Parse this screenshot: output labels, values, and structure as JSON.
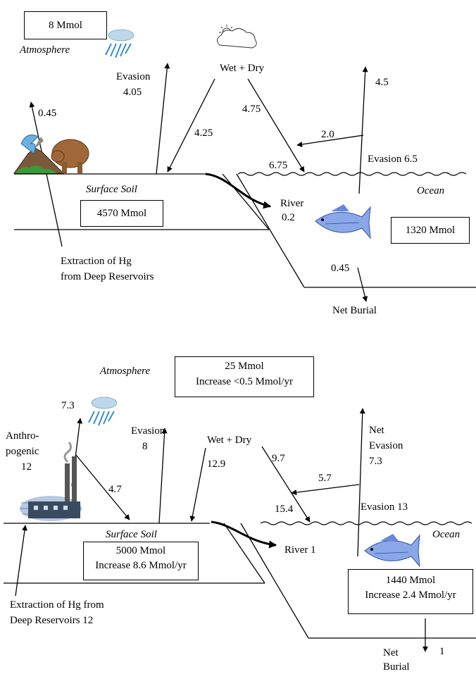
{
  "top": {
    "atmosphere_box": "8 Mmol",
    "atmosphere_label": "Atmosphere",
    "evasion_label": "Evasion",
    "evasion_value": "4.05",
    "wet_dry_label": "Wet + Dry",
    "deep_extraction_value": "0.45",
    "deposition_land": "4.25",
    "deposition_ocean": "4.75",
    "ocean_evasion_net": "4.5",
    "ocean_to_land": "2.0",
    "ocean_evasion_label": "Evasion  6.5",
    "ocean_deposition": "6.75",
    "surface_soil_label": "Surface Soil",
    "soil_box": "4570 Mmol",
    "river_label": "River",
    "river_value": "0.2",
    "ocean_label": "Ocean",
    "ocean_box": "1320 Mmol",
    "extraction_line1": "Extraction of Hg",
    "extraction_line2": "from Deep Reservoirs",
    "burial_value": "0.45",
    "burial_label": "Net Burial"
  },
  "bottom": {
    "atmosphere_label": "Atmosphere",
    "atmosphere_box_line1": "25 Mmol",
    "atmosphere_box_line2": "Increase <0.5 Mmol/yr",
    "precip_value": "7.3",
    "anthro_line1": "Anthro-",
    "anthro_line2": "pogenic",
    "anthro_value": "12",
    "anthro_to_soil": "4.7",
    "evasion_label": "Evasion",
    "evasion_value": "8",
    "wet_dry_label": "Wet + Dry",
    "deposition_land": "12.9",
    "deposition_ocean": "9.7",
    "net_evasion_line1": "Net",
    "net_evasion_line2": "Evasion",
    "net_evasion_value": "7.3",
    "ocean_to_land": "5.7",
    "ocean_deposition": "15.4",
    "ocean_evasion_label": "Evasion 13",
    "ocean_label": "Ocean",
    "surface_soil_label": "Surface Soil",
    "soil_box_line1": "5000 Mmol",
    "soil_box_line2": "Increase 8.6 Mmol/yr",
    "river_label": "River 1",
    "ocean_box_line1": "1440 Mmol",
    "ocean_box_line2": "Increase 2.4 Mmol/yr",
    "extraction_line1": "Extraction of Hg from",
    "extraction_line2": "Deep Reservoirs  12",
    "burial_line1": "Net",
    "burial_line2": "Burial",
    "burial_value": "1"
  }
}
